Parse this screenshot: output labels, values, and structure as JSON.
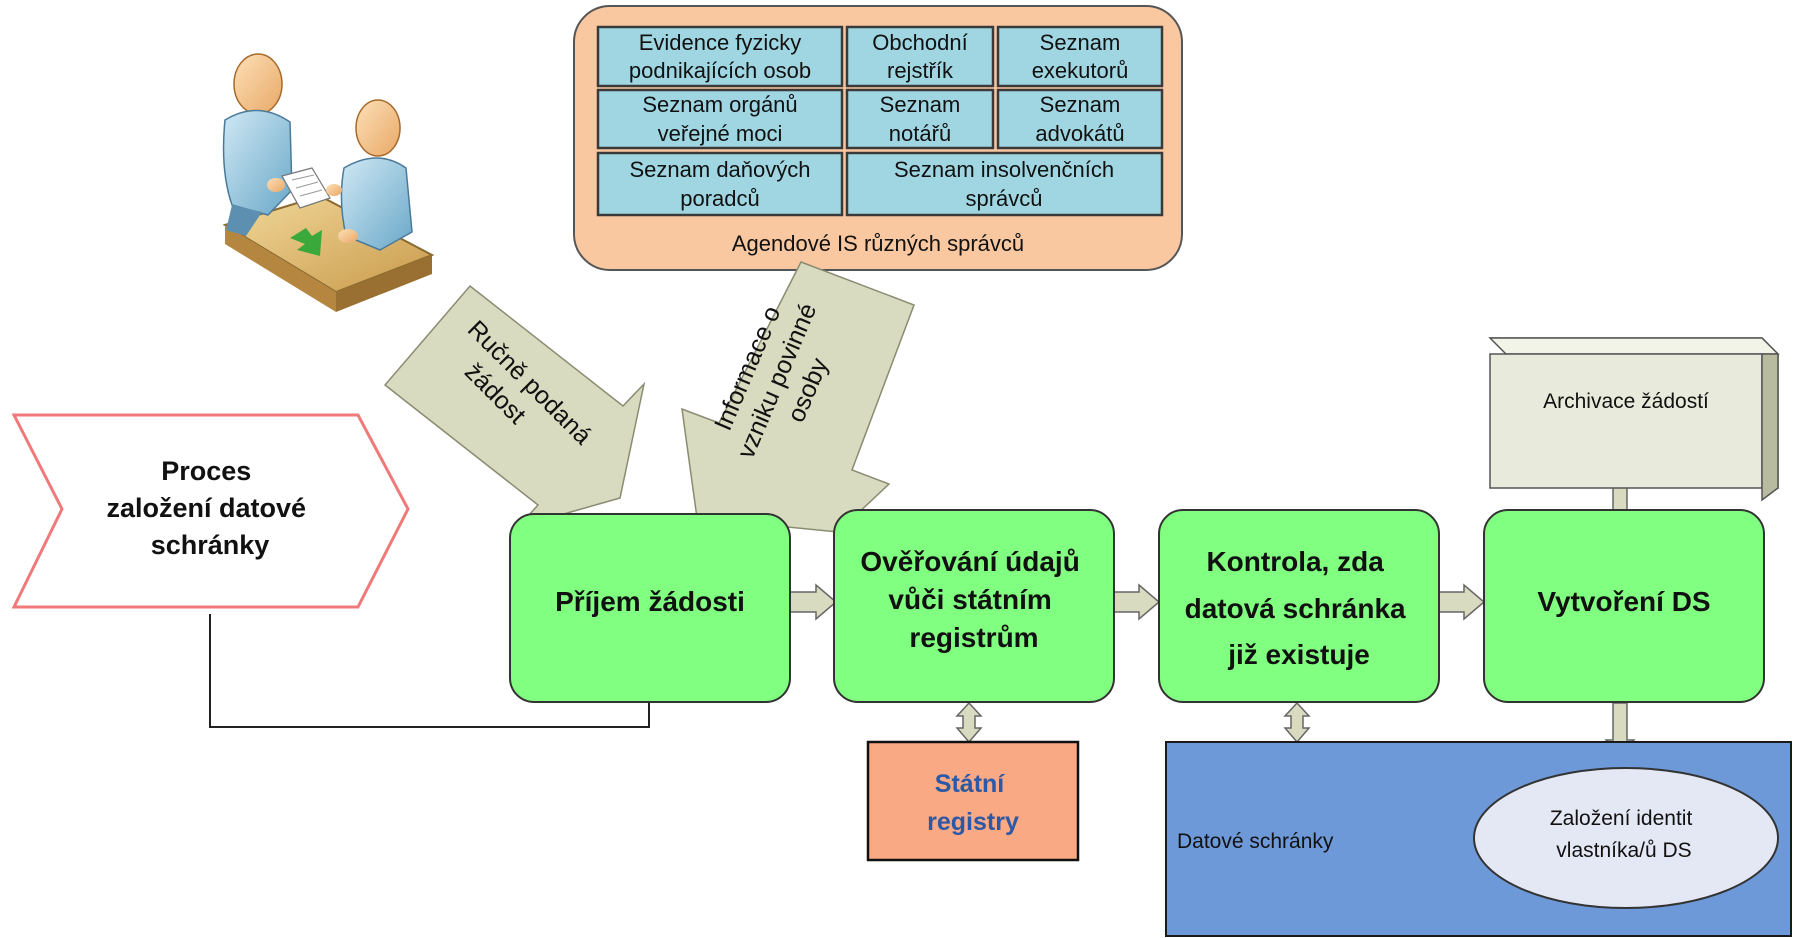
{
  "process_label": [
    "Proces",
    "založení datové",
    "schránky"
  ],
  "agenda": {
    "caption": "Agendové IS různých správců",
    "cells": [
      [
        "Evidence fyzicky",
        "podnikajících osob"
      ],
      [
        "Obchodní",
        "rejstřík"
      ],
      [
        "Seznam",
        "exekutorů"
      ],
      [
        "Seznam orgánů",
        "veřejné moci"
      ],
      [
        "Seznam",
        "notářů"
      ],
      [
        "Seznam",
        "advokátů"
      ],
      [
        "Seznam daňových",
        "poradců"
      ],
      [
        "Seznam insolvenčních",
        "správců"
      ]
    ]
  },
  "arrow_manual": [
    "Ručně podaná",
    "žádost"
  ],
  "arrow_info": [
    "Informace o",
    "vzniku povinné",
    "osoby"
  ],
  "steps": [
    [
      "Příjem žádosti"
    ],
    [
      "Ověřování údajů",
      "vůči státním",
      "registrům"
    ],
    [
      "Kontrola, zda",
      "datová schránka",
      "již existuje"
    ],
    [
      "Vytvoření DS"
    ]
  ],
  "registry": [
    "Státní",
    "registry"
  ],
  "archive": "Archivace žádostí",
  "databox": "Datové schránky",
  "identities": [
    "Založení identit",
    "vlastníka/ů DS"
  ],
  "colors": {
    "step_fill": "#80ff80",
    "agenda_fill": "#fac8a0",
    "cell_fill": "#a0d6e2",
    "databox_fill": "#6e99d8",
    "registry_fill": "#f9a983",
    "registry_text": "#2c58a8",
    "arrow_fill": "#d8dbbf",
    "archive_fill": "#e8ebdc",
    "process_border": "#f07a7a"
  }
}
